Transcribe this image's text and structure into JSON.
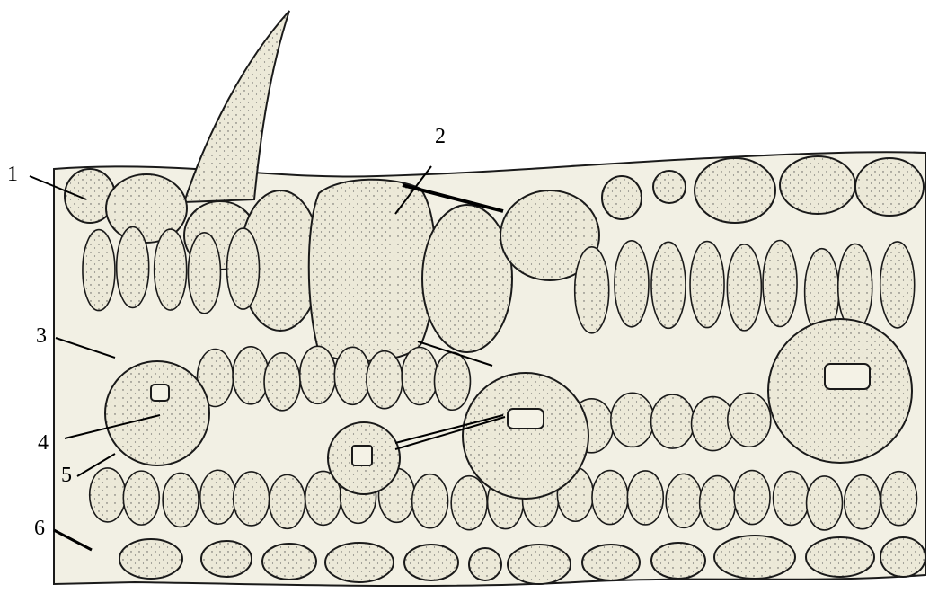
{
  "labels": {
    "l1": "1",
    "l2": "2",
    "l3": "3",
    "l4": "4",
    "l5": "5",
    "l6": "6"
  },
  "colors": {
    "cell_fill": "#ece9d8",
    "outline": "#1a1a1a",
    "background": "#ffffff"
  }
}
